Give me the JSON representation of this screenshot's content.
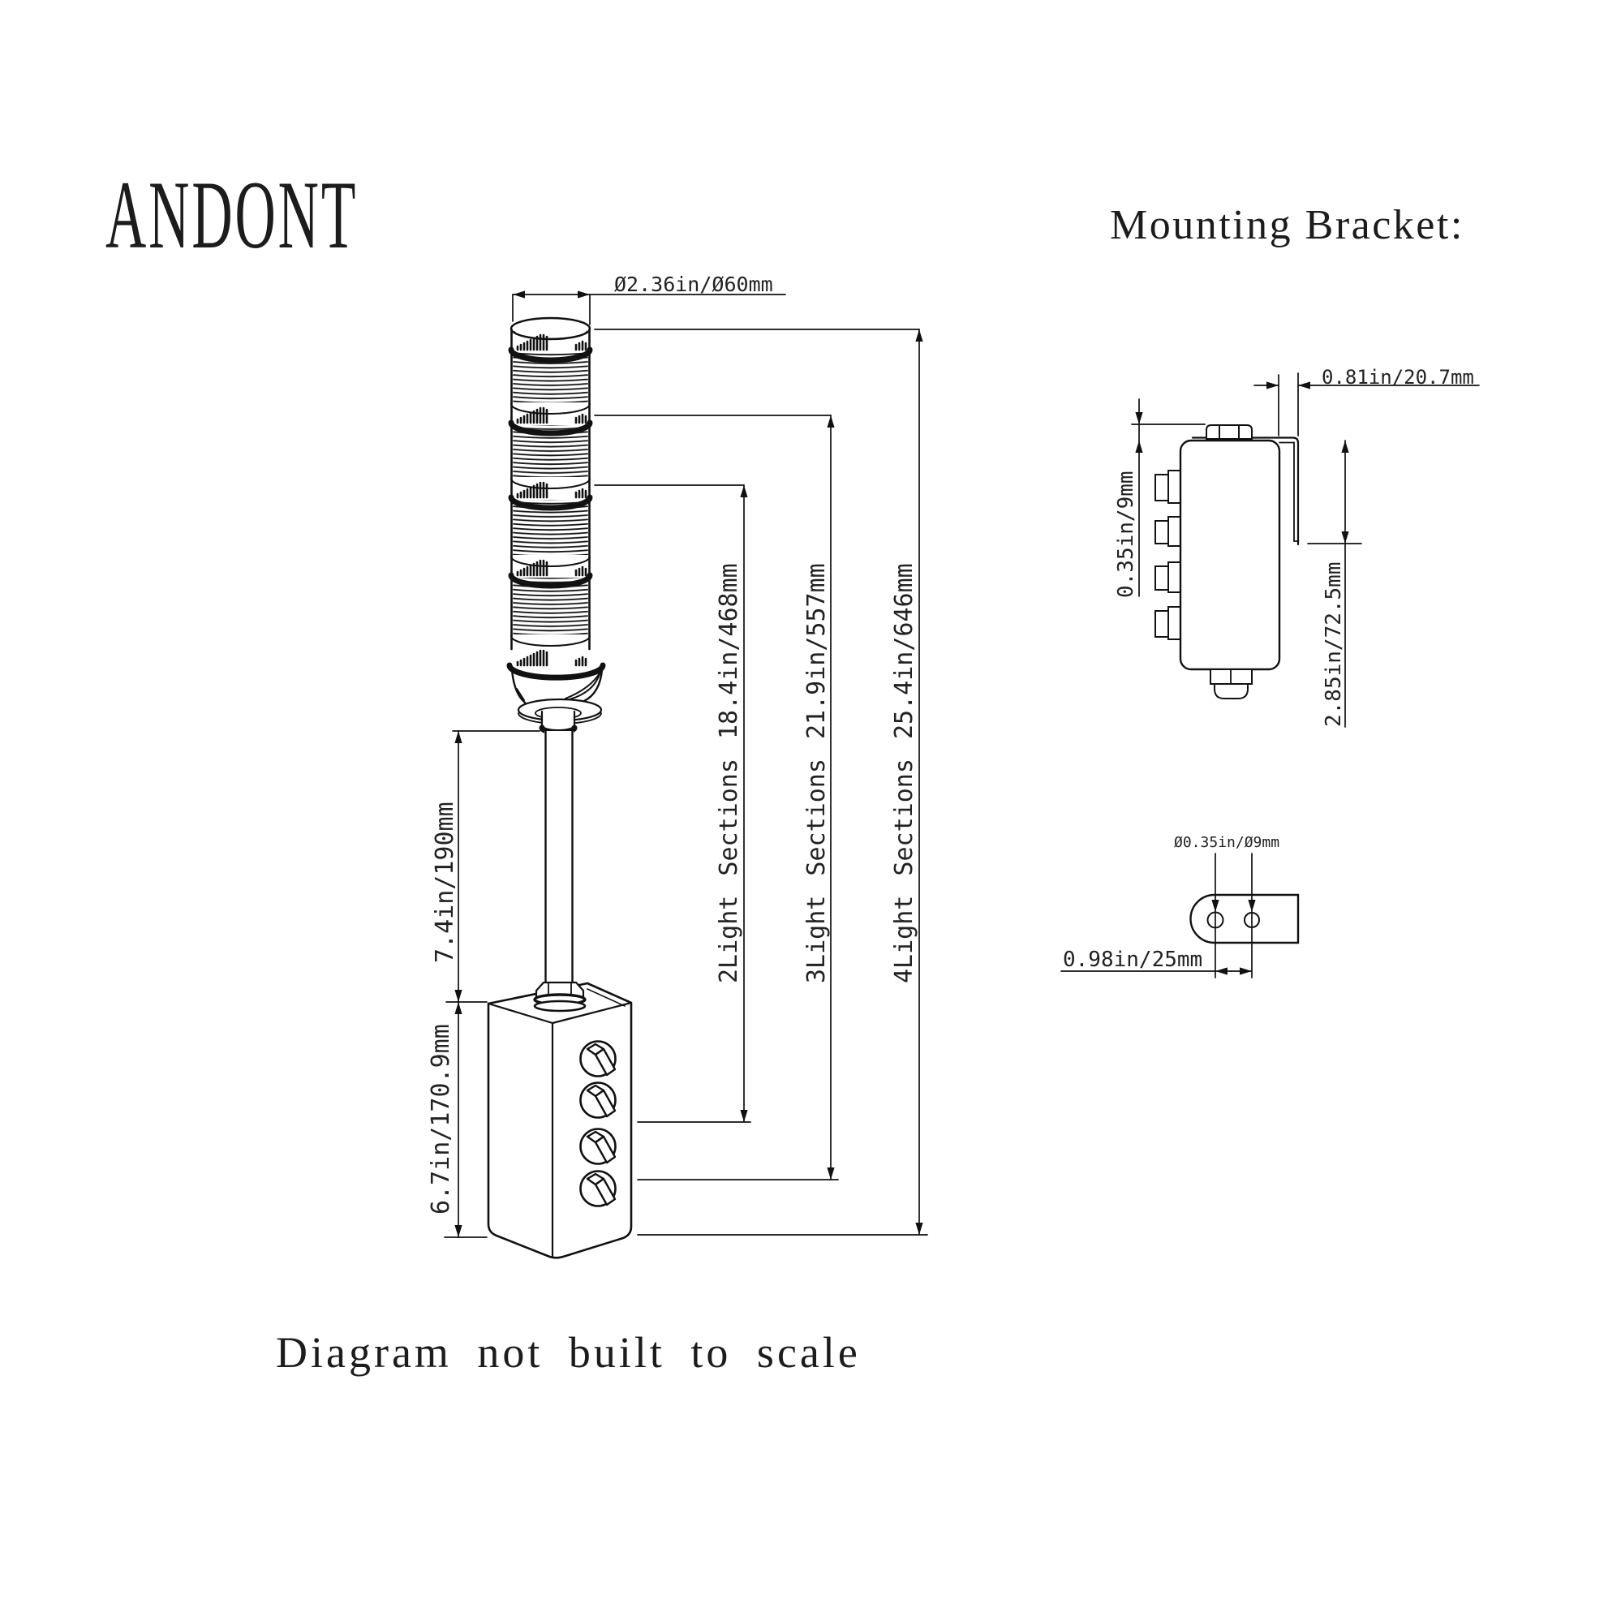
{
  "title": "ANDONT",
  "bracket_heading": "Mounting Bracket:",
  "footnote": "Diagram not built to scale",
  "tower": {
    "diameter": "Ø2.36in/Ø60mm",
    "pole_height": "7.4in/190mm",
    "base_height": "6.7in/170.9mm",
    "two_light": "2Light Sections 18.4in/468mm",
    "three_light": "3Light Sections 21.9in/557mm",
    "four_light": "4Light Sections 25.4in/646mm"
  },
  "bracket": {
    "nut_height": "0.35in/9mm",
    "top_offset": "0.81in/20.7mm",
    "plate_height": "2.85in/72.5mm",
    "hole_diameter": "Ø0.35in/Ø9mm",
    "hole_spacing": "0.98in/25mm"
  }
}
